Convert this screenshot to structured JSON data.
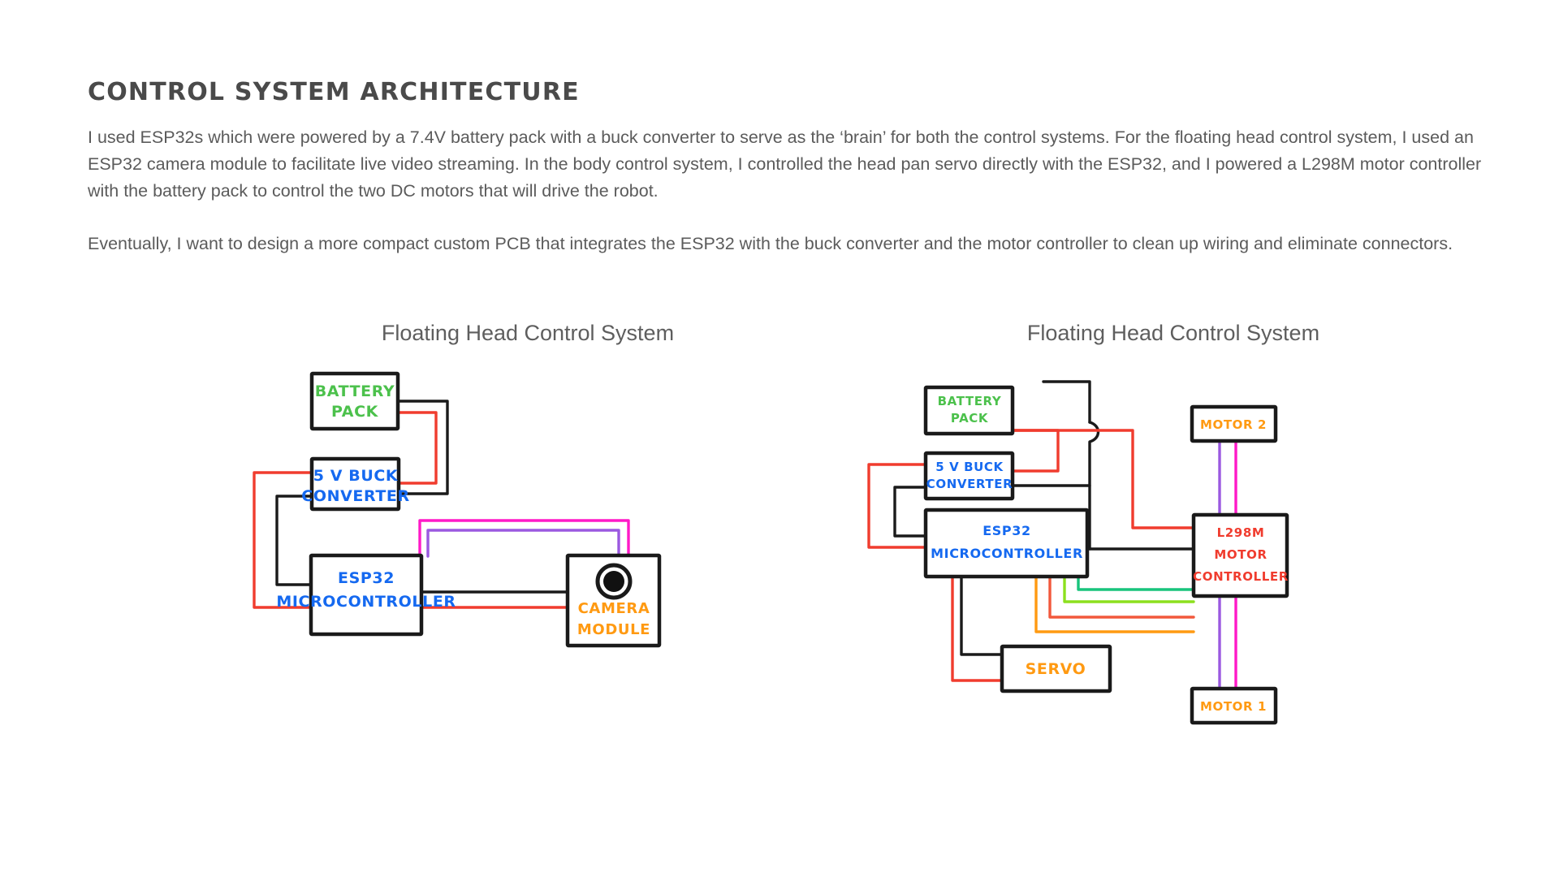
{
  "page": {
    "title": "CONTROL SYSTEM ARCHITECTURE",
    "paragraph1": "I used ESP32s which were powered by a 7.4V battery pack with a buck converter to serve as the ‘brain’ for both the control systems. For the floating head control system, I used an ESP32 camera module to facilitate live video streaming. In the body control system, I controlled the head pan servo directly with the ESP32, and I powered a L298M motor controller with the battery pack to control the two DC motors that will drive the robot.",
    "paragraph2": "Eventually, I want to design a more compact custom PCB that integrates the ESP32 with the buck converter and the motor controller to clean up wiring and eliminate connectors."
  },
  "colors": {
    "heading": "#4a4a4a",
    "body_text": "#5b5b5b",
    "diagram_title": "#5e5e5e",
    "green": "#4CC14C",
    "blue": "#1569F0",
    "orange": "#FF9A12",
    "red": "#F03C2E",
    "black": "#1a1a1a",
    "magenta": "#FF19C8",
    "purple": "#9B59E0",
    "lime": "#8CE01E",
    "teal": "#18C47C",
    "salmon": "#F2583C"
  },
  "diagrams": [
    {
      "id": "floating-head-control-system",
      "title": "Floating Head Control System",
      "nodes": [
        {
          "id": "battery-pack",
          "lines": [
            "BATTERY",
            "PACK"
          ],
          "color_key": "green"
        },
        {
          "id": "buck-converter",
          "lines": [
            "5 V  BUCK",
            "CONVERTER"
          ],
          "color_key": "blue"
        },
        {
          "id": "esp32",
          "lines": [
            "ESP32",
            "MICROCONTROLLER"
          ],
          "color_key": "blue"
        },
        {
          "id": "camera-module",
          "lines": [
            "CAMERA",
            "MODULE"
          ],
          "color_key": "orange",
          "has_lens": true
        }
      ]
    },
    {
      "id": "body-control-system",
      "title": "Floating Head Control System",
      "nodes": [
        {
          "id": "battery-pack",
          "lines": [
            "BATTERY",
            "PACK"
          ],
          "color_key": "green"
        },
        {
          "id": "buck-converter",
          "lines": [
            "5 V  BUCK",
            "CONVERTER"
          ],
          "color_key": "blue"
        },
        {
          "id": "esp32",
          "lines": [
            "ESP32",
            "MICROCONTROLLER"
          ],
          "color_key": "blue"
        },
        {
          "id": "servo",
          "lines": [
            "SERVO"
          ],
          "color_key": "orange"
        },
        {
          "id": "motor-2",
          "lines": [
            "MOTOR 2"
          ],
          "color_key": "orange"
        },
        {
          "id": "motor-1",
          "lines": [
            "MOTOR 1"
          ],
          "color_key": "orange"
        },
        {
          "id": "l298m-motor-controller",
          "lines": [
            "L298M",
            "MOTOR",
            "CONTROLLER"
          ],
          "color_key": "red"
        }
      ]
    }
  ],
  "labels": {
    "d1_battery_l1": "BATTERY",
    "d1_battery_l2": "PACK",
    "d1_buck_l1": "5 V  BUCK",
    "d1_buck_l2": "CONVERTER",
    "d1_esp_l1": "ESP32",
    "d1_esp_l2": "MICROCONTROLLER",
    "d1_cam_l1": "CAMERA",
    "d1_cam_l2": "MODULE",
    "d2_battery_l1": "BATTERY",
    "d2_battery_l2": "PACK",
    "d2_buck_l1": "5 V  BUCK",
    "d2_buck_l2": "CONVERTER",
    "d2_esp_l1": "ESP32",
    "d2_esp_l2": "MICROCONTROLLER",
    "d2_servo_l1": "SERVO",
    "d2_motor2_l1": "MOTOR 2",
    "d2_motor1_l1": "MOTOR 1",
    "d2_l298_l1": "L298M",
    "d2_l298_l2": "MOTOR",
    "d2_l298_l3": "CONTROLLER"
  }
}
